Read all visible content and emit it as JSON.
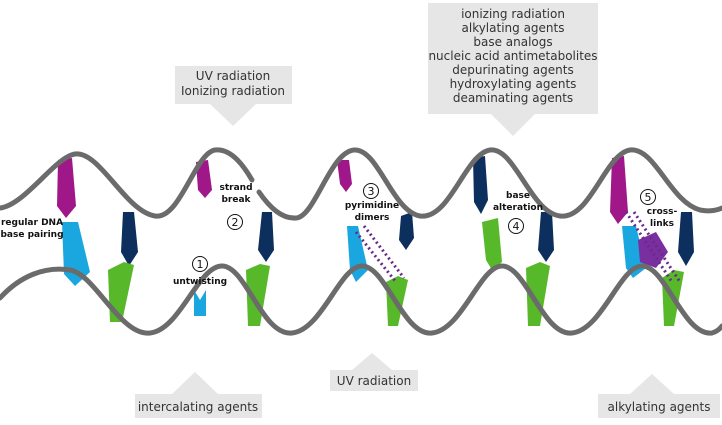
{
  "callouts": {
    "top_left": [
      "UV radiation",
      "Ionizing radiation"
    ],
    "top_right": [
      "ionizing radiation",
      "alkylating agents",
      "base analogs",
      "nucleic acid antimetabolites",
      "depurinating agents",
      "hydroxylating agents",
      "deaminating agents"
    ],
    "bottom_left": "intercalating agents",
    "bottom_center": "UV radiation",
    "bottom_right": "alkylating agents"
  },
  "labels": {
    "regular": [
      "regular DNA",
      "base pairing"
    ],
    "untwisting": "untwisting",
    "strand_break": [
      "strand",
      "break"
    ],
    "pyrimidine_dimers": [
      "pyrimidine",
      "dimers"
    ],
    "base_alteration": [
      "base",
      "alteration"
    ],
    "crosslinks": [
      "cross-",
      "links"
    ]
  },
  "numbers": {
    "untwisting": "1",
    "strand_break": "2",
    "pyrimidine_dimers": "3",
    "base_alteration": "4",
    "crosslinks": "5"
  },
  "colors": {
    "backbone": "#6b6b6b",
    "callout": "#e6e6e6",
    "magenta": "#a0178a",
    "cyan": "#1aa7e0",
    "navy": "#0c2f5e",
    "green": "#57b82a",
    "purple_block": "#7a2fa0",
    "dots": "#6a2a8a"
  }
}
